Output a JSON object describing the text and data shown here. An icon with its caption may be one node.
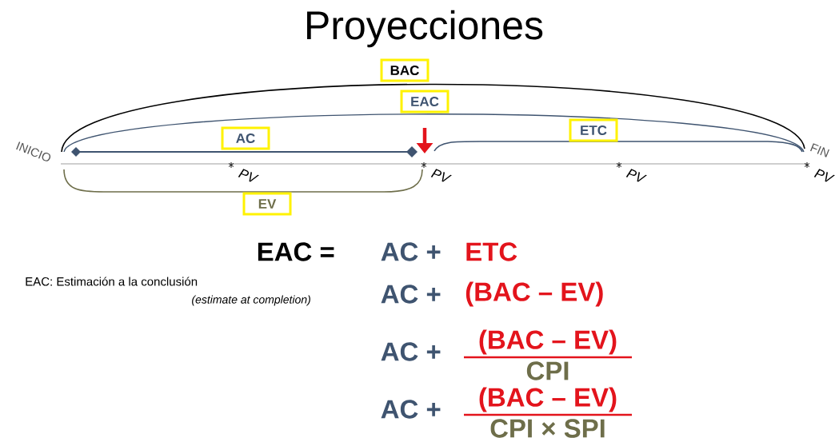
{
  "diagram": {
    "title": "Proyecciones",
    "nodes": [
      {
        "text": [
          "BAC"
        ]
      },
      {
        "text": [
          "EAC"
        ]
      },
      {
        "text": [
          "AC"
        ]
      },
      {
        "text": [
          "ETC"
        ]
      },
      {
        "text": [
          "EV"
        ]
      }
    ],
    "labels": [
      "INICIO",
      "FIN",
      "PV",
      "PV",
      "PV",
      "PV",
      "EAC =",
      "AC +",
      "ETC",
      "EAC: Estimación a la conclusión",
      "(estimate at completion)",
      "AC +",
      "(BAC – EV)",
      "AC +",
      "(BAC – EV)",
      "CPI",
      "AC +",
      "(BAC – EV)",
      "CPI × SPI"
    ]
  }
}
